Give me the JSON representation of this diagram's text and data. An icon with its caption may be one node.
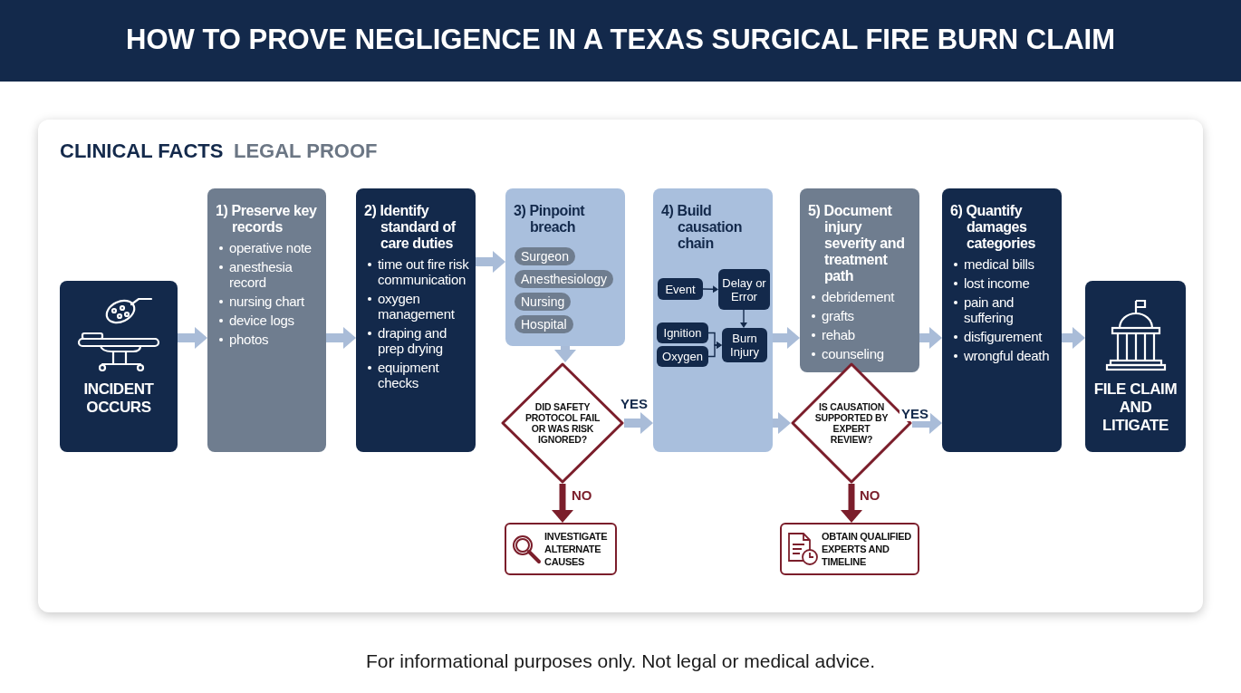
{
  "diagram": {
    "title": "HOW TO PROVE NEGLIGENCE IN A TEXAS SURGICAL FIRE BURN CLAIM",
    "caption": "For informational purposes only. Not legal or medical advice.",
    "nodes": [
      {
        "text": [
          "INCIDENT OCCURS"
        ]
      },
      {
        "text": [
          "1) Preserve key records",
          "operative note",
          "anesthesia record",
          "nursing chart",
          "device logs",
          "photos"
        ]
      },
      {
        "text": [
          "2) Identify standard of care duties",
          "time out fire risk communication",
          "oxygen management",
          "draping and prep drying",
          "equipment checks"
        ]
      },
      {
        "text": [
          "3) Pinpoint breach"
        ]
      },
      {
        "text": [
          "Surgeon"
        ],
        "in": 3
      },
      {
        "text": [
          "Anesthesiology"
        ],
        "in": 3
      },
      {
        "text": [
          "Nursing"
        ],
        "in": 3
      },
      {
        "text": [
          "Hospital"
        ],
        "in": 3
      },
      {
        "text": [
          "DID SAFETY PROTOCOL FAIL OR WAS RISK IGNORED?"
        ]
      },
      {
        "text": [
          "INVESTIGATE ALTERNATE CAUSES"
        ]
      },
      {
        "text": [
          "4) Build causation chain"
        ]
      },
      {
        "text": [
          "Event"
        ],
        "in": 10
      },
      {
        "text": [
          "Delay or Error"
        ],
        "in": 10
      },
      {
        "text": [
          "Ignition"
        ],
        "in": 10
      },
      {
        "text": [
          "Oxygen"
        ],
        "in": 10
      },
      {
        "text": [
          "Burn Injury"
        ],
        "in": 10
      },
      {
        "text": [
          "5) Document injury severity and treatment path",
          "debridement",
          "grafts",
          "rehab",
          "counseling"
        ]
      },
      {
        "text": [
          "IS CAUSATION SUPPORTED BY EXPERT REVIEW?"
        ]
      },
      {
        "text": [
          "OBTAIN QUALIFIED EXPERTS AND TIMELINE"
        ]
      },
      {
        "text": [
          "6) Quantify damages categories",
          "medical bills",
          "lost income",
          "pain and suffering",
          "disfigurement",
          "wrongful death"
        ]
      },
      {
        "text": [
          "FILE CLAIM AND LITIGATE"
        ]
      }
    ],
    "edges": [
      {
        "from": 0,
        "to": 1,
        "arrow": "to"
      },
      {
        "from": 1,
        "to": 2,
        "arrow": "to"
      },
      {
        "from": 2,
        "to": 3,
        "arrow": "to"
      },
      {
        "from": 3,
        "to": 8,
        "arrow": "to"
      },
      {
        "from": 8,
        "to": 10,
        "arrow": "to",
        "label": "YES"
      },
      {
        "from": 8,
        "to": 9,
        "arrow": "to",
        "label": "NO",
        "color": "#7b1e2b"
      },
      {
        "from": 11,
        "to": 12,
        "arrow": "to",
        "color": "#13294b"
      },
      {
        "from": 12,
        "to": 15,
        "arrow": "to",
        "color": "#13294b"
      },
      {
        "from": 13,
        "to": 15,
        "arrow": "to",
        "color": "#13294b"
      },
      {
        "from": 14,
        "to": 15,
        "arrow": "to",
        "color": "#13294b"
      },
      {
        "from": 10,
        "to": 16,
        "arrow": "to"
      },
      {
        "from": 10,
        "to": 17,
        "arrow": "to"
      },
      {
        "from": 16,
        "to": 19,
        "arrow": "to"
      },
      {
        "from": 17,
        "to": 19,
        "arrow": "to",
        "label": "YES"
      },
      {
        "from": 17,
        "to": 18,
        "arrow": "to",
        "label": "NO",
        "color": "#7b1e2b"
      },
      {
        "from": 19,
        "to": 20,
        "arrow": "to"
      }
    ],
    "labels": [
      "CLINICAL FACTS",
      "LEGAL PROOF"
    ]
  }
}
